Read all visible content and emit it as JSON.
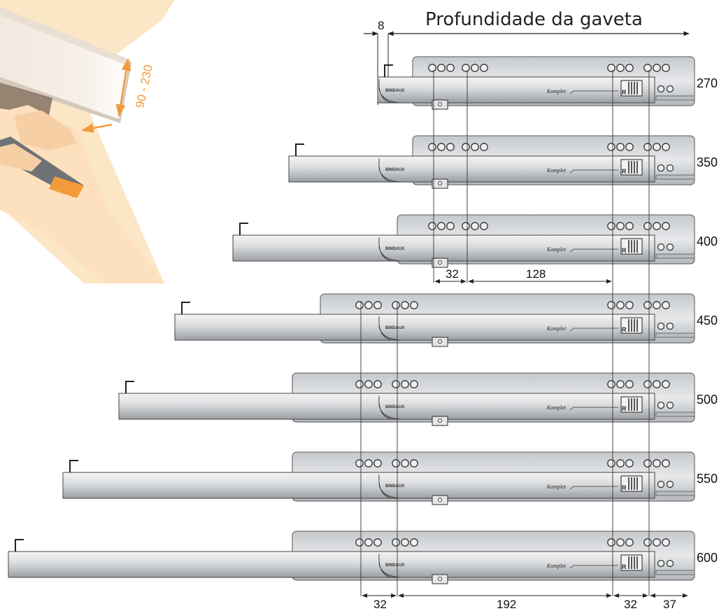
{
  "title": "Profundidade da gaveta",
  "illustration": {
    "height_label": "90 - 230"
  },
  "rails": [
    {
      "length": "270"
    },
    {
      "length": "350"
    },
    {
      "length": "400"
    },
    {
      "length": "450"
    },
    {
      "length": "500"
    },
    {
      "length": "550"
    },
    {
      "length": "600"
    }
  ],
  "rail_branding": {
    "left": "BINDAUX",
    "right": "Komplet",
    "mark": "R"
  },
  "dimensions": {
    "offset": "8",
    "mid_a": "32",
    "mid_b": "128",
    "bottom_a": "32",
    "bottom_b": "192",
    "bottom_c": "32",
    "bottom_d": "37"
  },
  "colors": {
    "rail_light": "#eef0f2",
    "rail_dark": "#9a9ea3",
    "illustration_bg": "#fbe6c6",
    "accent": "#f39a3a"
  }
}
